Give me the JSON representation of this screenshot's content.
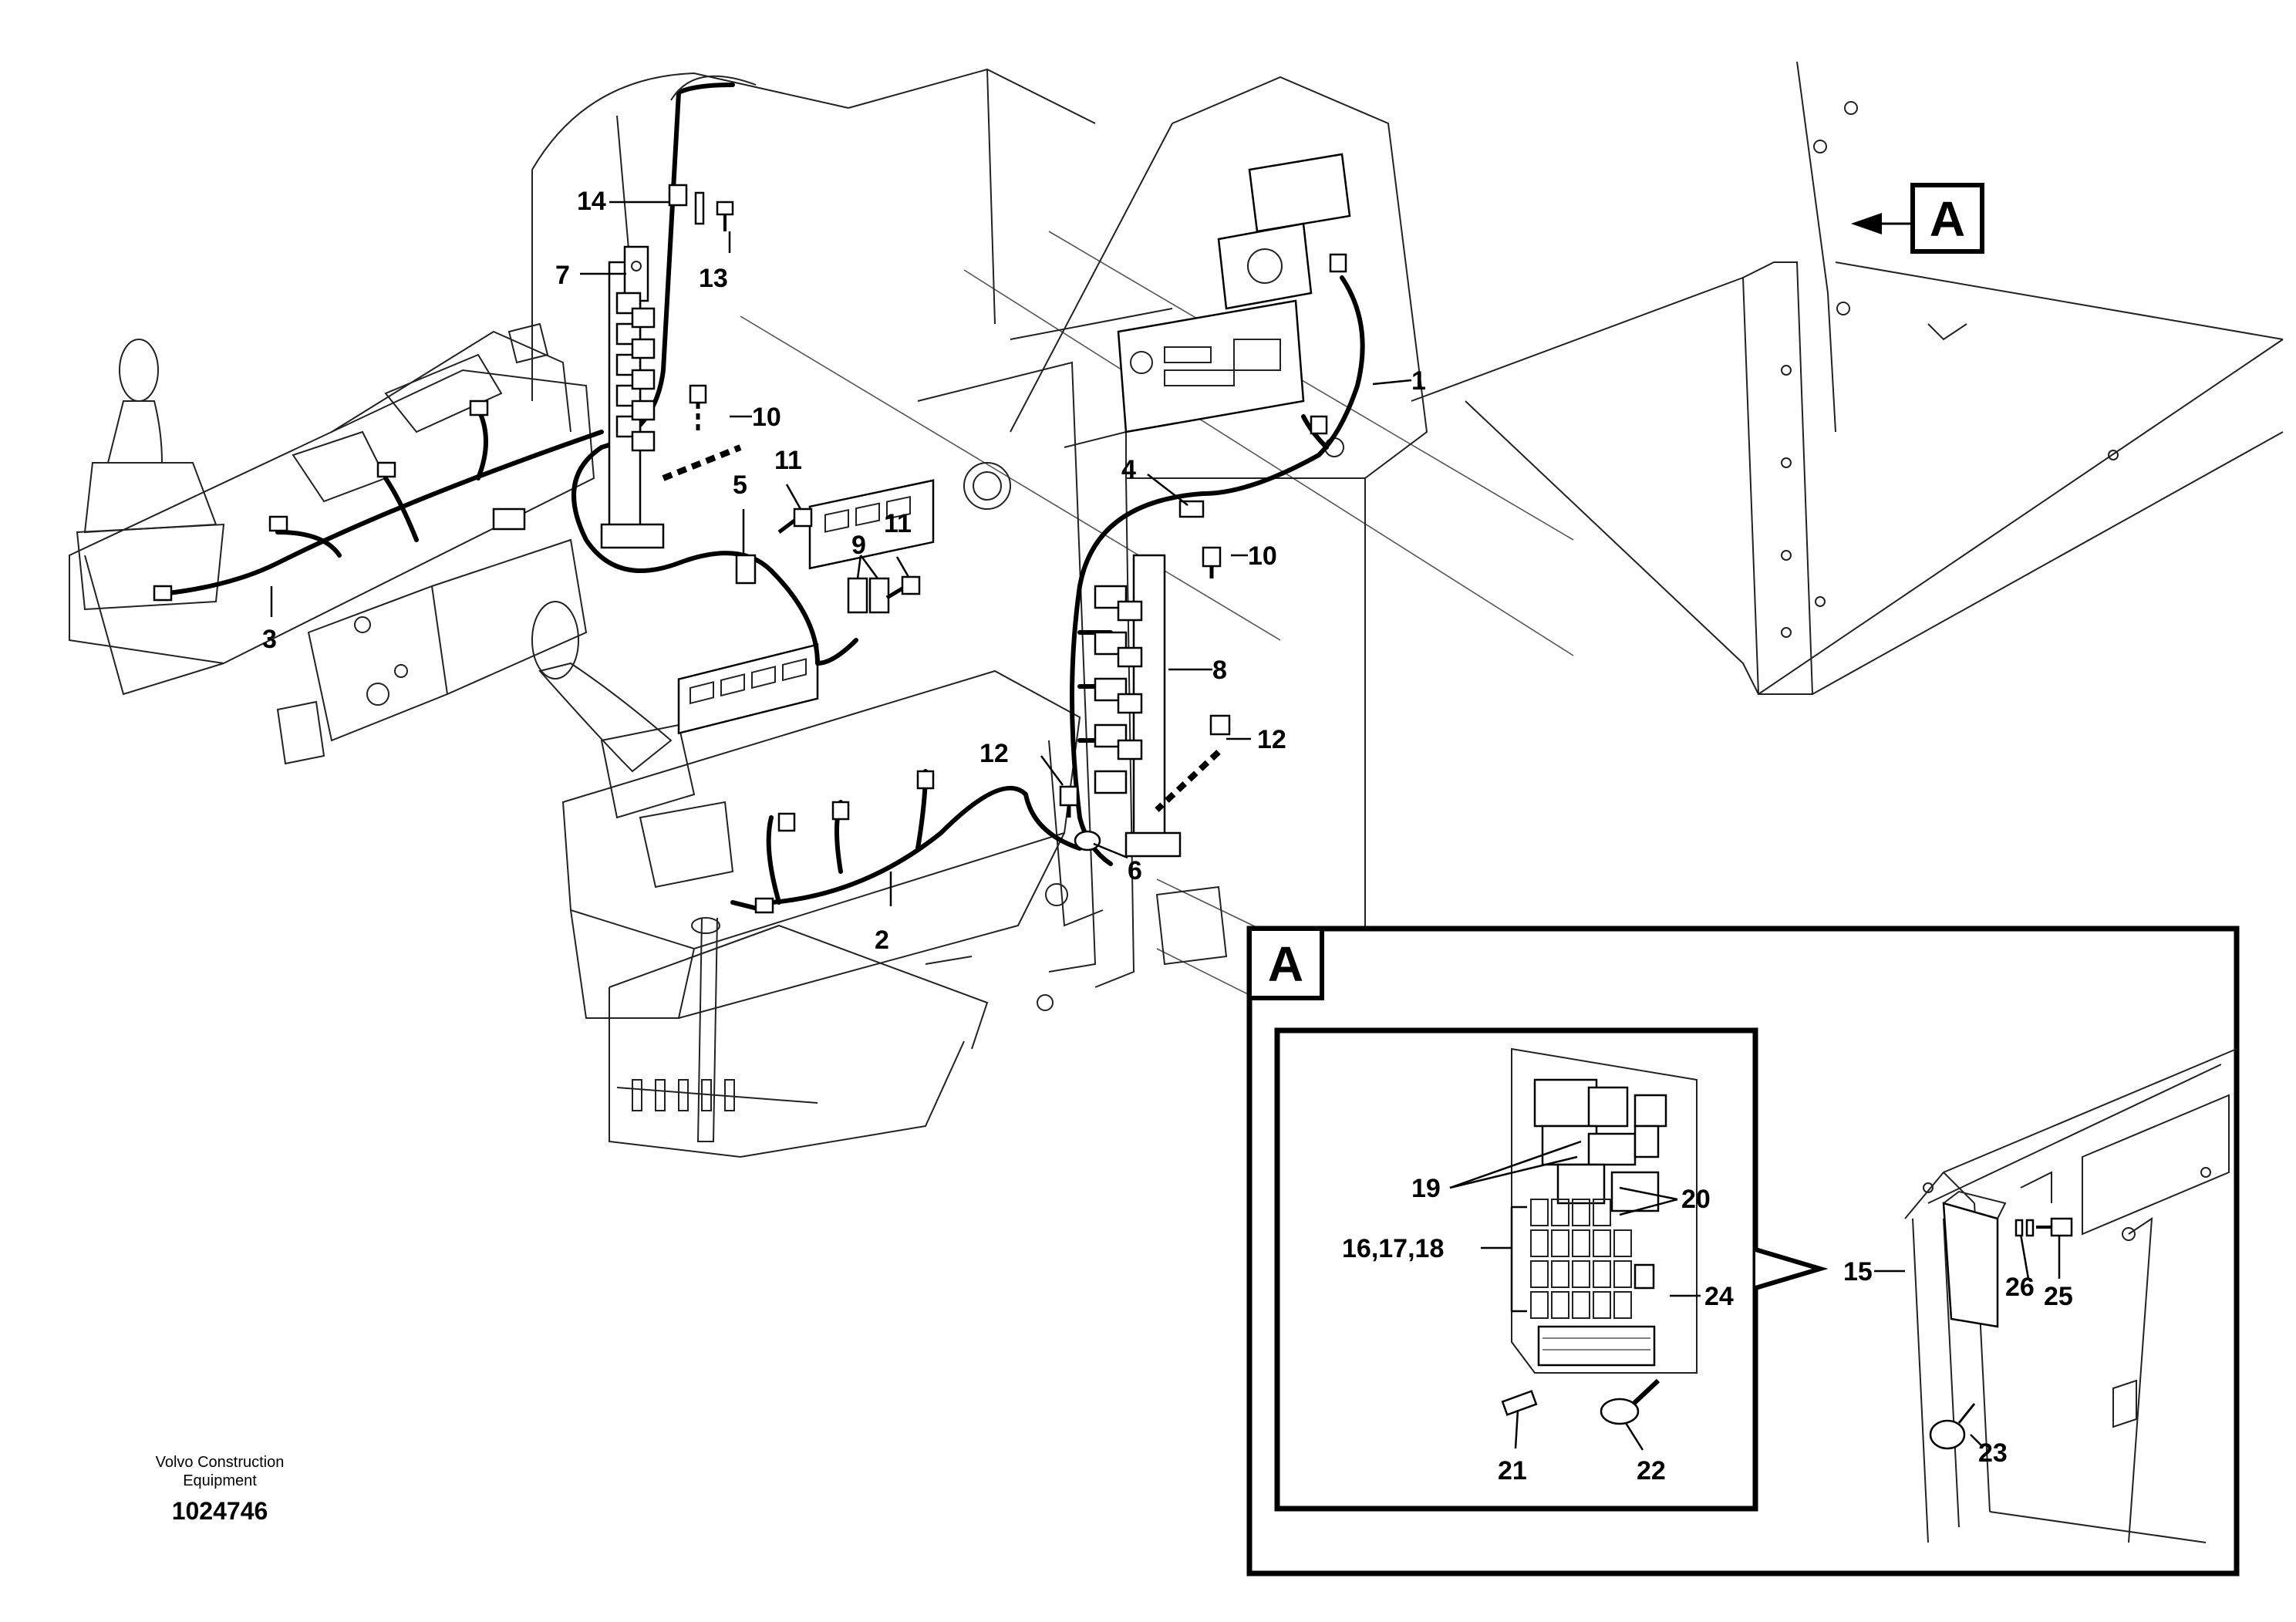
{
  "callouts": [
    {
      "id": "c1",
      "text": "1"
    },
    {
      "id": "c2",
      "text": "2"
    },
    {
      "id": "c3",
      "text": "3"
    },
    {
      "id": "c4",
      "text": "4"
    },
    {
      "id": "c5",
      "text": "5"
    },
    {
      "id": "c6",
      "text": "6"
    },
    {
      "id": "c7",
      "text": "7"
    },
    {
      "id": "c8",
      "text": "8"
    },
    {
      "id": "c9",
      "text": "9"
    },
    {
      "id": "c10a",
      "text": "10"
    },
    {
      "id": "c10b",
      "text": "10"
    },
    {
      "id": "c11a",
      "text": "11"
    },
    {
      "id": "c11b",
      "text": "11"
    },
    {
      "id": "c12a",
      "text": "12"
    },
    {
      "id": "c12b",
      "text": "12"
    },
    {
      "id": "c13",
      "text": "13"
    },
    {
      "id": "c14",
      "text": "14"
    },
    {
      "id": "c15",
      "text": "15"
    },
    {
      "id": "c161718",
      "text": "16,17,18"
    },
    {
      "id": "c19",
      "text": "19"
    },
    {
      "id": "c20",
      "text": "20"
    },
    {
      "id": "c21",
      "text": "21"
    },
    {
      "id": "c22",
      "text": "22"
    },
    {
      "id": "c23",
      "text": "23"
    },
    {
      "id": "c24",
      "text": "24"
    },
    {
      "id": "c25",
      "text": "25"
    },
    {
      "id": "c26",
      "text": "26"
    }
  ],
  "view_marker": "A",
  "detail_marker": "A",
  "footer": {
    "company_line1": "Volvo Construction",
    "company_line2": "Equipment",
    "drawing_number": "1024746"
  }
}
